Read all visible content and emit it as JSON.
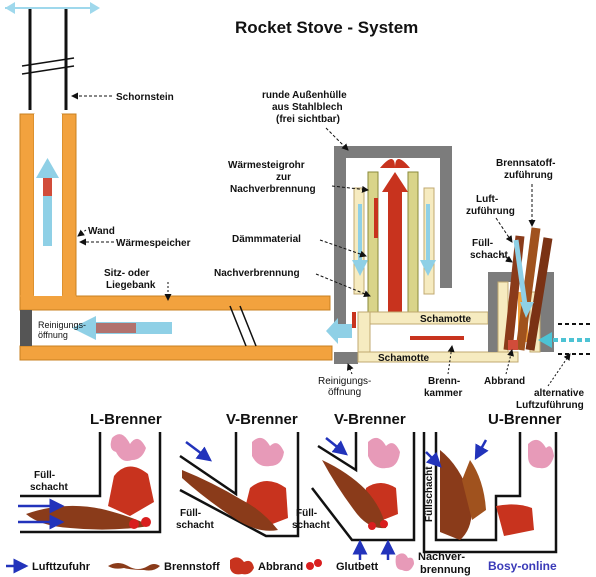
{
  "title": "Rocket Stove - System",
  "labels": {
    "schornstein": "Schornstein",
    "huelle_1": "runde Außenhülle",
    "huelle_2": "aus Stahlblech",
    "huelle_3": "(frei sichtbar)",
    "waermesteig_1": "Wärmesteigrohr",
    "waermesteig_2": "zur",
    "waermesteig_3": "Nachverbrennung",
    "brennstoff_zu_1": "Brennsatoff-",
    "brennstoff_zu_2": "zuführung",
    "luft_1": "Luft-",
    "luft_2": "zuführung",
    "fuell_1": "Füll-",
    "fuell_2": "schacht",
    "wand": "Wand",
    "waermespeicher": "Wärmespeicher",
    "daemm": "Dämmmaterial",
    "sitz_1": "Sitz- oder",
    "sitz_2": "Liegebank",
    "nachverbrennung": "Nachverbrennung",
    "reinigung_l_1": "Reinigungs-",
    "reinigung_l_2": "öffnung",
    "schamotte_top": "Schamotte",
    "schamotte_bottom": "Schamotte",
    "reinigung_r_1": "Reinigungs-",
    "reinigung_r_2": "öffnung",
    "brenn_1": "Brenn-",
    "brenn_2": "kammer",
    "abbrand": "Abbrand",
    "alt_1": "alternative",
    "alt_2": "Luftzuführung"
  },
  "burners": {
    "l": "L-Brenner",
    "v1": "V-Brenner",
    "v2": "V-Brenner",
    "u": "U-Brenner",
    "fuell_1": "Füll-",
    "fuell_2": "schacht",
    "fuellschacht": "Füllschacht"
  },
  "legend": {
    "luft": "Lufttzufuhr",
    "brennstoff": "Brennstoff",
    "abbrand": "Abbrand",
    "glutbett": "Glutbett",
    "nach_1": "Nachver-",
    "nach_2": "brennung"
  },
  "brand": "Bosy-online",
  "colors": {
    "orange": "#f2a23e",
    "cream": "#f6ebc0",
    "gray": "#7c7c7c",
    "dark": "#333333",
    "air_blue": "#8fd0e6",
    "legend_blue": "#2233bb",
    "fire_red": "#c8331e",
    "wood": "#8a3b1a",
    "glow_pink": "#e79ab8"
  }
}
